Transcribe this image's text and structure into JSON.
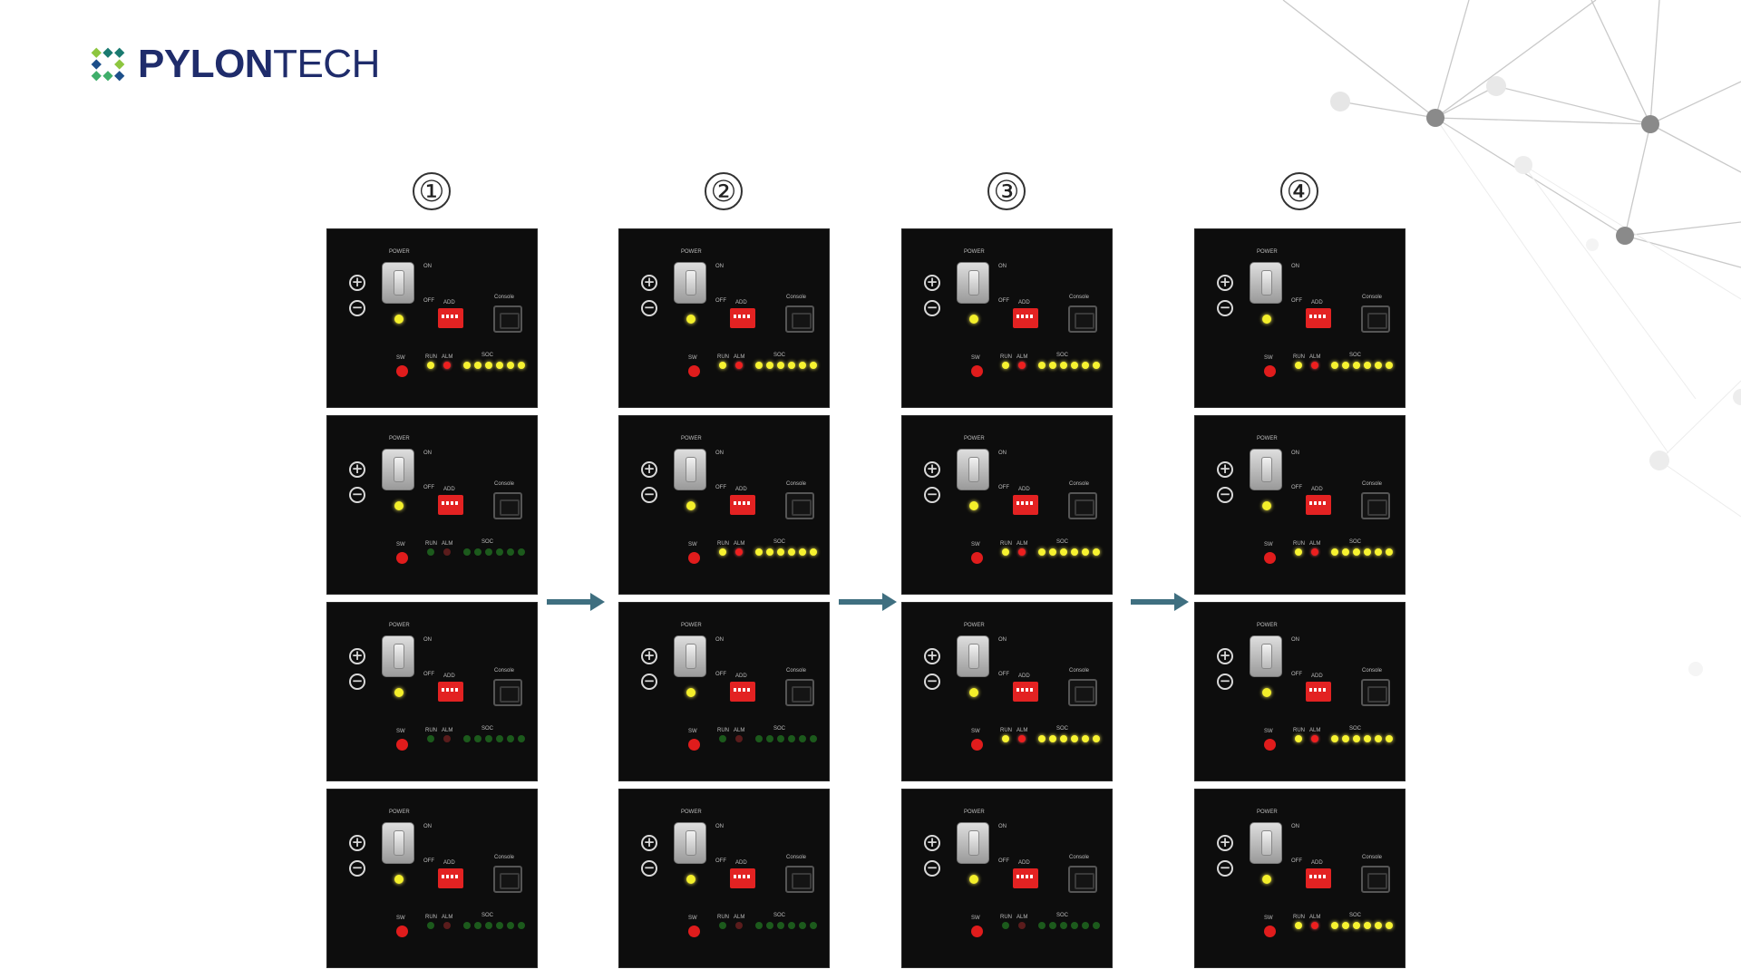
{
  "brand": {
    "name_bold": "PYLON",
    "name_light": "TECH",
    "mark_colors": [
      "#1a7a70",
      "#3fae6a",
      "#8dc63f",
      "#1d4f8a"
    ]
  },
  "colors": {
    "panel_bg": "#0d0d0d",
    "arrow": "#3f6f80",
    "led_on": "#f7f330",
    "led_alarm": "#ee1f1f",
    "led_off": "#1c5a1c",
    "add_switch": "#e32222"
  },
  "panel_labels": {
    "power": "POWER",
    "on": "ON",
    "off": "OFF",
    "add": "ADD",
    "console": "Console",
    "sw": "SW",
    "run": "RUN",
    "alm": "ALM",
    "soc": "SOC"
  },
  "icons": {
    "terminal_positive": "plus-terminal-icon",
    "terminal_negative": "minus-terminal-icon",
    "arrow": "arrow-right-icon"
  },
  "steps": [
    {
      "label": "①",
      "modules": [
        {
          "soc_lit": true,
          "alarm_on": true
        },
        {
          "soc_lit": false,
          "alarm_on": false
        },
        {
          "soc_lit": false,
          "alarm_on": false
        },
        {
          "soc_lit": false,
          "alarm_on": false
        }
      ]
    },
    {
      "label": "②",
      "modules": [
        {
          "soc_lit": true,
          "alarm_on": true
        },
        {
          "soc_lit": true,
          "alarm_on": true
        },
        {
          "soc_lit": false,
          "alarm_on": false
        },
        {
          "soc_lit": false,
          "alarm_on": false
        }
      ]
    },
    {
      "label": "③",
      "modules": [
        {
          "soc_lit": true,
          "alarm_on": true
        },
        {
          "soc_lit": true,
          "alarm_on": true
        },
        {
          "soc_lit": true,
          "alarm_on": true
        },
        {
          "soc_lit": false,
          "alarm_on": false
        }
      ]
    },
    {
      "label": "④",
      "modules": [
        {
          "soc_lit": true,
          "alarm_on": true
        },
        {
          "soc_lit": true,
          "alarm_on": true
        },
        {
          "soc_lit": true,
          "alarm_on": true
        },
        {
          "soc_lit": true,
          "alarm_on": true
        }
      ]
    }
  ]
}
